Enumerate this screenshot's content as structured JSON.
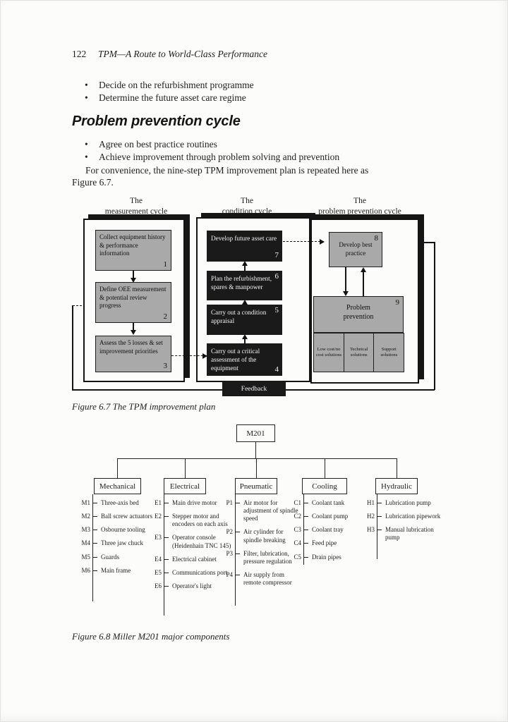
{
  "page": {
    "number": "122",
    "running_title": "TPM—A Route to World-Class Performance",
    "intro_bullets": [
      "Decide on the refurbishment programme",
      "Determine the future asset care regime"
    ],
    "section_heading": "Problem prevention cycle",
    "section_bullets": [
      "Agree on best practice routines",
      "Achieve improvement through problem solving and prevention"
    ],
    "paragraph_line1": "For convenience, the nine-step TPM improvement plan is repeated here as",
    "paragraph_line2": "Figure 6.7."
  },
  "fig67": {
    "caption": "Figure 6.7 The TPM improvement plan",
    "measurement": {
      "title1": "The",
      "title2": "measurement cycle",
      "box1": {
        "text": "Collect equipment history & performance information",
        "num": "1"
      },
      "box2": {
        "text": "Define OEE measurement & potential review progress",
        "num": "2"
      },
      "box3": {
        "text": "Assess the 5 losses & set improvement priorities",
        "num": "3"
      }
    },
    "condition": {
      "title1": "The",
      "title2": "condition cycle",
      "box7": {
        "text": "Develop future asset care",
        "num": "7"
      },
      "box6": {
        "text": "Plan the refurbishment, spares & manpower",
        "num": "6"
      },
      "box5": {
        "text": "Carry out a condition appraisal",
        "num": "5"
      },
      "box4": {
        "text": "Carry out a critical assessment of the equipment",
        "num": "4"
      }
    },
    "prevention": {
      "title1": "The",
      "title2": "problem prevention cycle",
      "box8": {
        "text": "Develop best practice",
        "num": "8"
      },
      "box9": {
        "text": "Problem prevention",
        "num": "9"
      },
      "subs": [
        "Low cost/no cost solutions",
        "Technical solutions",
        "Support solutions"
      ]
    },
    "feedback": "Feedback"
  },
  "fig68": {
    "caption": "Figure 6.8 Miller M201 major components",
    "root": "M201",
    "branches": [
      {
        "label": "Mechanical",
        "items": [
          {
            "code": "M1",
            "text": "Three-axis bed"
          },
          {
            "code": "M2",
            "text": "Ball screw actuators"
          },
          {
            "code": "M3",
            "text": "Osbourne tooling"
          },
          {
            "code": "M4",
            "text": "Three jaw chuck"
          },
          {
            "code": "M5",
            "text": "Guards"
          },
          {
            "code": "M6",
            "text": "Main frame"
          }
        ]
      },
      {
        "label": "Electrical",
        "items": [
          {
            "code": "E1",
            "text": "Main drive motor"
          },
          {
            "code": "E2",
            "text": "Stepper motor and encoders on each axis"
          },
          {
            "code": "E3",
            "text": "Operator console (Heidenhain TNC 145)"
          },
          {
            "code": "E4",
            "text": "Electrical cabinet"
          },
          {
            "code": "E5",
            "text": "Communications port"
          },
          {
            "code": "E6",
            "text": "Operator's light"
          }
        ]
      },
      {
        "label": "Pneumatic",
        "items": [
          {
            "code": "P1",
            "text": "Air motor for adjustment of spindle speed"
          },
          {
            "code": "P2",
            "text": "Air cylinder for spindle breaking"
          },
          {
            "code": "P3",
            "text": "Filter, lubrication, pressure regulation"
          },
          {
            "code": "P4",
            "text": "Air supply from remote compressor"
          }
        ]
      },
      {
        "label": "Cooling",
        "items": [
          {
            "code": "C1",
            "text": "Coolant tank"
          },
          {
            "code": "C2",
            "text": "Coolant pump"
          },
          {
            "code": "C3",
            "text": "Coolant tray"
          },
          {
            "code": "C4",
            "text": "Feed pipe"
          },
          {
            "code": "C5",
            "text": "Drain pipes"
          }
        ]
      },
      {
        "label": "Hydraulic",
        "items": [
          {
            "code": "H1",
            "text": "Lubrication pump"
          },
          {
            "code": "H2",
            "text": "Lubrication pipework"
          },
          {
            "code": "H3",
            "text": "Manual lubrication pump"
          }
        ]
      }
    ]
  },
  "colors": {
    "box_gray": "#a9a9a9",
    "box_black": "#1a1a1a",
    "ink": "#1e1e1e"
  }
}
